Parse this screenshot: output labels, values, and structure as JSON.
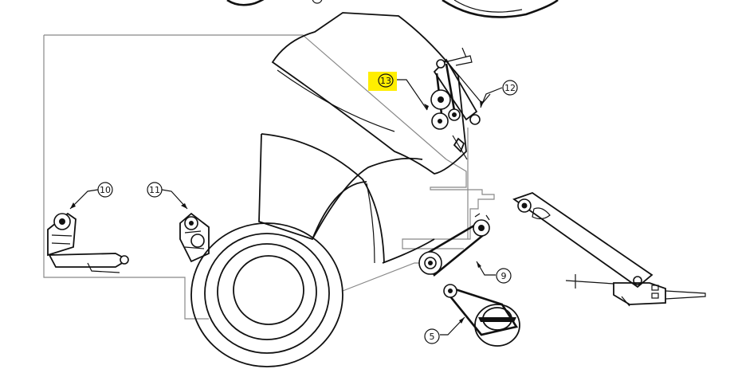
{
  "callouts": [
    {
      "id": "callout-13",
      "label": "13",
      "highlighted": true
    },
    {
      "id": "callout-12",
      "label": "12",
      "highlighted": false
    },
    {
      "id": "callout-10",
      "label": "10",
      "highlighted": false
    },
    {
      "id": "callout-11",
      "label": "11",
      "highlighted": false
    },
    {
      "id": "callout-9",
      "label": "9",
      "highlighted": false
    },
    {
      "id": "callout-5",
      "label": "5",
      "highlighted": false
    }
  ],
  "colors": {
    "line": "#111111",
    "frame": "#888888",
    "highlight": "#ffee00",
    "background": "#ffffff"
  }
}
